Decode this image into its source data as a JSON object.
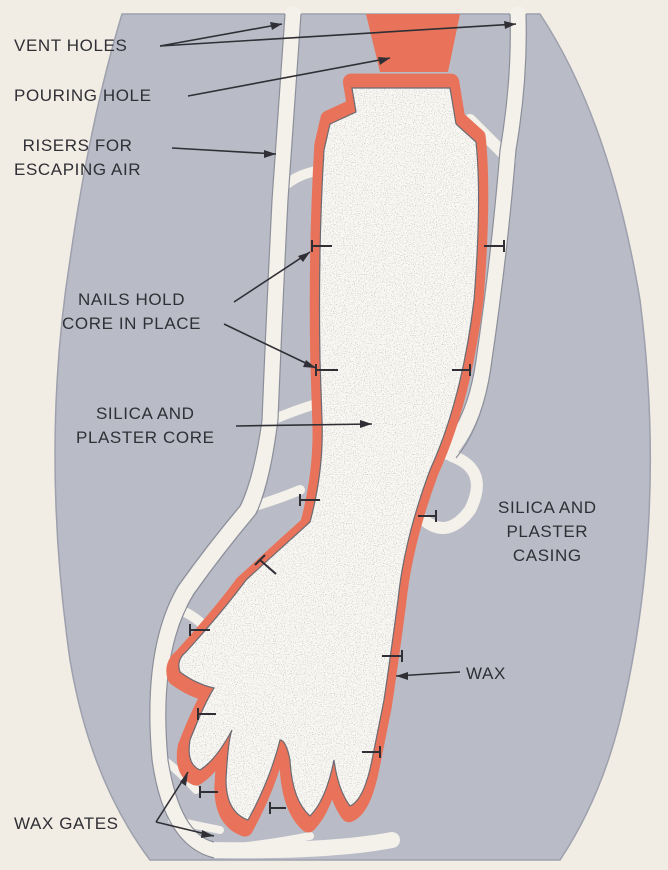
{
  "colors": {
    "background": "#f1ede4",
    "casing": "#b9bcc7",
    "channels": "#f4f1ea",
    "wax": "#e8735a",
    "core": "#faf8f3",
    "speckle": "#4a4a52",
    "ink": "#2f2f35"
  },
  "labels": {
    "vent_holes": "VENT HOLES",
    "pouring_hole": "POURING HOLE",
    "risers": "RISERS FOR\nESCAPING AIR",
    "nails": "NAILS HOLD\nCORE IN PLACE",
    "core": "SILICA AND\nPLASTER CORE",
    "casing": "SILICA AND\nPLASTER\nCASING",
    "wax": "WAX",
    "wax_gates": "WAX GATES"
  }
}
